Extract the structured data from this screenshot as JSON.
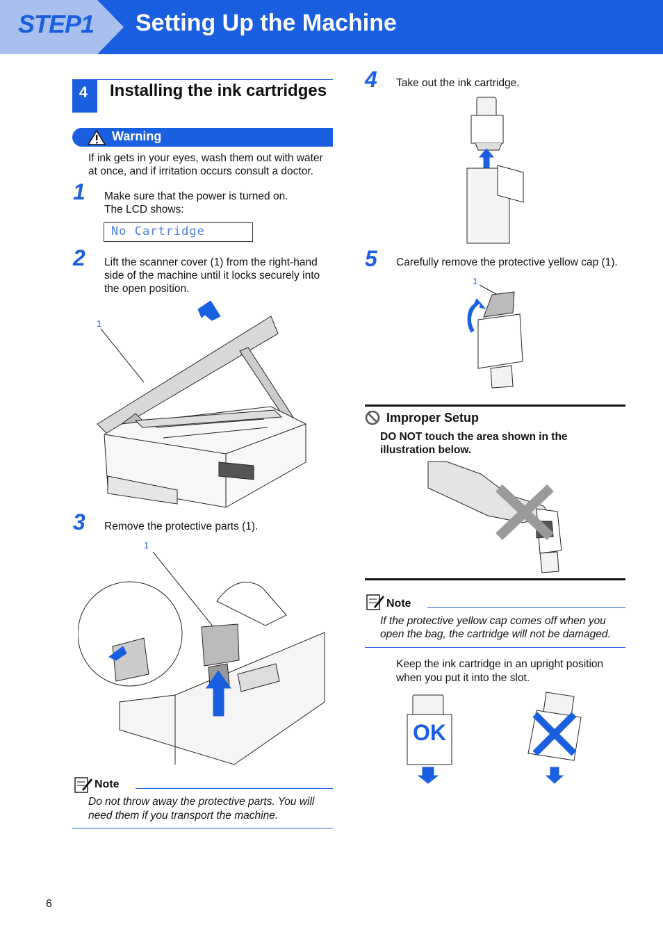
{
  "header": {
    "step_label": "STEP1",
    "title": "Setting Up the Machine"
  },
  "section": {
    "number": "4",
    "title": "Installing the ink cartridges"
  },
  "warning": {
    "label": "Warning",
    "text_line1": "If ink gets in your eyes, wash them out with water",
    "text_line2": "at once, and if irritation occurs consult a doctor."
  },
  "steps": {
    "s1": {
      "num": "1",
      "line1": "Make sure that the power is turned on.",
      "line2": "The LCD shows:",
      "lcd": "No Cartridge"
    },
    "s2": {
      "num": "2",
      "line1": "Lift the scanner cover (1) from the right-hand",
      "line2": "side of the machine until it locks securely into",
      "line3": "the open position.",
      "fig_label": "1"
    },
    "s3": {
      "num": "3",
      "line1": "Remove the protective parts (1).",
      "fig_label": "1"
    },
    "s4": {
      "num": "4",
      "line1": "Take out the ink cartridge."
    },
    "s5": {
      "num": "5",
      "line1": "Carefully remove the protective yellow cap (1).",
      "fig_label": "1"
    }
  },
  "note_left": {
    "title": "Note",
    "line1": "Do not throw away the protective parts. You will",
    "line2": "need them if you transport the machine."
  },
  "improper": {
    "title": "Improper Setup",
    "line1": "DO NOT touch the area shown in the",
    "line2": "illustration below."
  },
  "note_right": {
    "title": "Note",
    "line1": "If the protective yellow cap comes off when you",
    "line2": "open the bag, the cartridge will not be damaged."
  },
  "upright": {
    "line1": "Keep the ink cartridge in an upright position",
    "line2": "when you put it into the slot.",
    "ok_label": "OK"
  },
  "page_number": "6",
  "colors": {
    "accent": "#1a5fe0",
    "header_tab": "#9fb8ee"
  }
}
